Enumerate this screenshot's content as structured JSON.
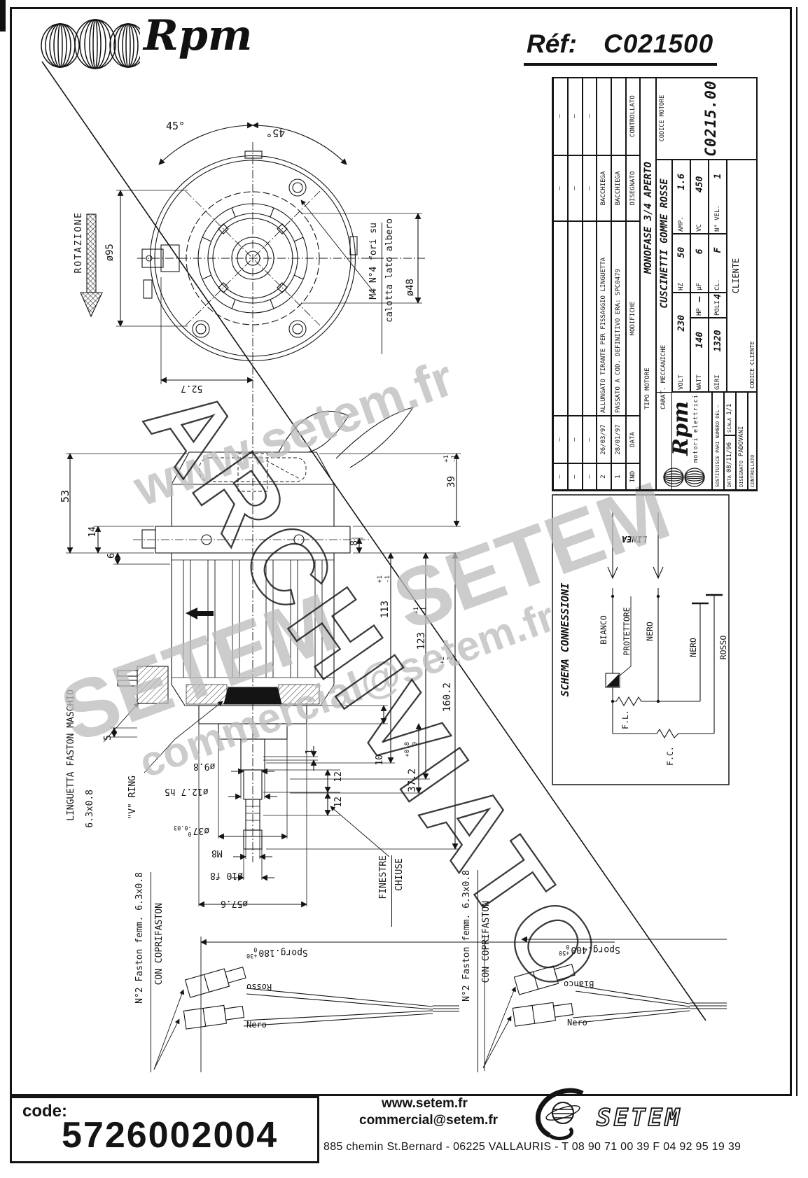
{
  "header": {
    "brand": "Rpm",
    "ref_label": "Réf:",
    "ref_value": "C021500"
  },
  "watermarks": {
    "site": "www.setem.fr",
    "brand1": "SETEM",
    "brand2": "SETEM",
    "email": "commercial@setem.fr",
    "stamp": "ARCHIVIATO"
  },
  "front": {
    "rotazione": "ROTAZIONE",
    "dia95": "ø95",
    "angle_left": "45°",
    "angle_right": "45°",
    "dim527": "52.7",
    "note1": "M4 N°4 fori su",
    "note2": "calotta lato albero",
    "dia48": "ø48"
  },
  "side": {
    "dim53": "53",
    "dim14": "14",
    "dim6": "6",
    "dim5": "5",
    "dim8": "8",
    "dim10": "10",
    "dim1": "1",
    "dim12a": "12",
    "dim12b": "12",
    "dim39": "39",
    "dim39tp": "+1",
    "dim39tm": "-1",
    "dim113": "113",
    "dim113tp": "+1",
    "dim113tm": "-1",
    "dim123": "123",
    "dim123tp": "+1",
    "dim123tm": "-1",
    "dim160": "160.2",
    "dim160tp": "+2",
    "dim160tm": "-2",
    "dim372": "37.2",
    "dim372tp": "+0.8",
    "dim372tm": "0",
    "dia98": "ø9.8",
    "dia127": "ø12.7 h5",
    "dia37": "ø37",
    "dia37tp": "0",
    "dia37tm": "-0.03",
    "m8": "M8",
    "dia10": "ø10 f8",
    "dia576": "ø57.6",
    "linguetta1": "LINGUETTA FASTON MASCHIO",
    "linguetta2": "6.3x0.8",
    "vring": "\"V\" RING",
    "finestre1": "FINESTRE",
    "finestre2": "CHIUSE"
  },
  "faston_left": {
    "label1": "N°2 Faston femm. 6.3x0.8",
    "label2": "CON COPRIFASTON",
    "sporg": "Sporg.180",
    "sporgtp": "+30",
    "sporgtm": "0",
    "wire1": "Rosso",
    "wire2": "Nero"
  },
  "faston_right": {
    "label1": "N°2 Faston femm. 6.3x0.8",
    "label2": "CON COPRIFASTON",
    "sporg": "Sporg.400",
    "sporgtp": "+50",
    "sporgtm": "0",
    "wire1": "Bianco",
    "wire2": "Nero"
  },
  "schema": {
    "title": "SCHEMA CONNESSIONI",
    "linea": "LINEA",
    "bianco": "BIANCO",
    "protettore": "PROTETTORE",
    "nero1": "NERO",
    "nero2": "NERO",
    "rosso": "ROSSO",
    "fl": "F.L.",
    "fc": "F.C."
  },
  "title_block": {
    "dash": "—",
    "rev2": {
      "ind": "2",
      "date": "26/03/97",
      "desc": "ALLUNGATO TIRANTE PER FISSAGGIO LINGUETTA",
      "by": "BACCHIEGA"
    },
    "rev1": {
      "ind": "1",
      "date": "28/01/97",
      "desc": "PASSATO A COD. DEFINITIVO ERA: SPC0479",
      "by": "BACCHIEGA"
    },
    "hdr": {
      "ind": "IND",
      "data": "DATA",
      "modifiche": "MODIFICHE",
      "disegnato": "DISEGNATO",
      "controllato": "CONTROLLATO"
    },
    "tipo_label": "TIPO MOTORE",
    "tipo_value": "MONOFASE 3/4 APERTO",
    "carat_label": "CARAT. MECCANICHE",
    "carat_value": "CUSCINETTI GOMME ROSSE",
    "volt_label": "VOLT",
    "volt": "230",
    "hz_label": "HZ",
    "hz": "50",
    "amp_label": "AMP.",
    "amp": "1.6",
    "watt_label": "WATT",
    "watt": "140",
    "hp_label": "HP",
    "hp": "—",
    "uf_label": "µF",
    "uf": "6",
    "vc_label": "VC",
    "vc": "450",
    "giri_label": "GIRI",
    "giri": "1320",
    "poli_label": "POLI",
    "poli": "4",
    "cl_label": "CL.",
    "cl": "F",
    "nvel_label": "N° VEL.",
    "nvel": "1",
    "cliente_label": "CLIENTE",
    "codice_cliente_label": "CODICE CLIENTE",
    "codice_motore_label": "CODICE MOTORE",
    "codice_motore": "C0215.00",
    "brand": "Rpm",
    "brand_sub": "motori elettrici",
    "sostituisce_label": "SOSTITUISCE PARI NUMERO DEL",
    "sostituisce_value": "—",
    "data_label": "DATA",
    "data_value": "08/11/96",
    "scala_label": "SCALA",
    "scala_value": "1/1",
    "disegnato_label": "DISEGNATO",
    "disegnato_value": "PADOVANI",
    "controllato_label": "CONTROLLATO"
  },
  "footer": {
    "code_label": "code:",
    "code_value": "5726002004",
    "website": "www.setem.fr",
    "email": "commercial@setem.fr",
    "address": "885 chemin St.Bernard - 06225 VALLAURIS - T 08 90 71 00 39 F 04 92 95 19 39",
    "logo": "SETEM"
  }
}
